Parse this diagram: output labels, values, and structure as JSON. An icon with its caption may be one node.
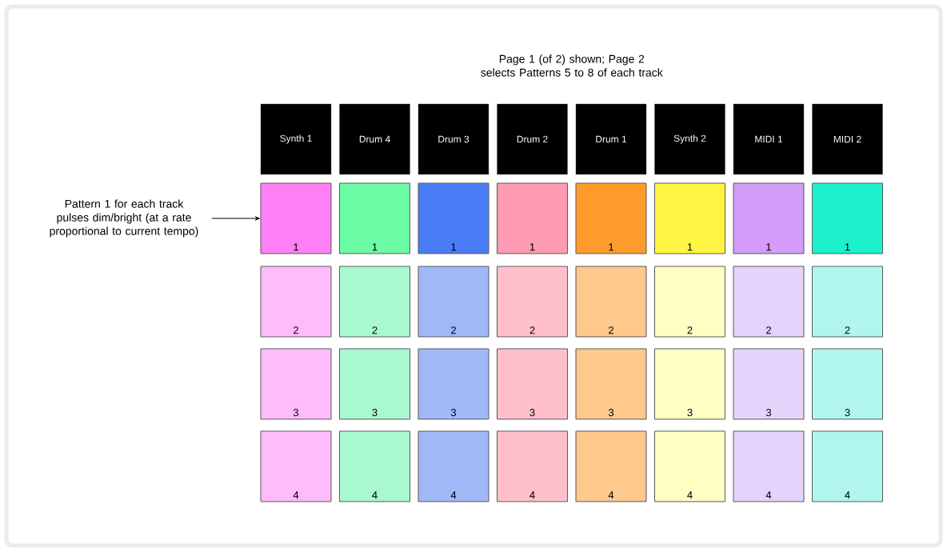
{
  "diagram": {
    "nodes": [
      {
        "text": [
          "Synth 1"
        ]
      },
      {
        "text": [
          "Drum 4"
        ]
      },
      {
        "text": [
          "Drum 3"
        ]
      },
      {
        "text": [
          "Drum 2"
        ]
      },
      {
        "text": [
          "Drum 1"
        ]
      },
      {
        "text": [
          "Synth 2"
        ]
      },
      {
        "text": [
          "MIDI 1"
        ]
      },
      {
        "text": [
          "MIDI 2"
        ]
      },
      {
        "text": [
          "Pattern 1 for each track pulses dim/bright (at a rate proportional to current tempo)"
        ]
      },
      {
        "text": [
          "1"
        ]
      },
      {
        "text": [
          "1"
        ]
      },
      {
        "text": [
          "1"
        ]
      },
      {
        "text": [
          "1"
        ]
      },
      {
        "text": [
          "1"
        ]
      },
      {
        "text": [
          "1"
        ]
      },
      {
        "text": [
          "1"
        ]
      },
      {
        "text": [
          "1"
        ]
      },
      {
        "text": [
          "2"
        ]
      },
      {
        "text": [
          "2"
        ]
      },
      {
        "text": [
          "2"
        ]
      },
      {
        "text": [
          "2"
        ]
      },
      {
        "text": [
          "2"
        ]
      },
      {
        "text": [
          "2"
        ]
      },
      {
        "text": [
          "2"
        ]
      },
      {
        "text": [
          "2"
        ]
      },
      {
        "text": [
          "3"
        ]
      },
      {
        "text": [
          "3"
        ]
      },
      {
        "text": [
          "3"
        ]
      },
      {
        "text": [
          "3"
        ]
      },
      {
        "text": [
          "3"
        ]
      },
      {
        "text": [
          "3"
        ]
      },
      {
        "text": [
          "3"
        ]
      },
      {
        "text": [
          "3"
        ]
      },
      {
        "text": [
          "4"
        ]
      },
      {
        "text": [
          "4"
        ]
      },
      {
        "text": [
          "4"
        ]
      },
      {
        "text": [
          "4"
        ]
      },
      {
        "text": [
          "4"
        ]
      },
      {
        "text": [
          "4"
        ]
      },
      {
        "text": [
          "4"
        ]
      },
      {
        "text": [
          "4"
        ]
      }
    ],
    "edges": [
      {
        "from": 8,
        "to": 9,
        "arrow": "to"
      }
    ],
    "labels": [
      "Page 1 (of 2) shown; Page 2 selects Patterns 5 to 8 of each track"
    ]
  }
}
